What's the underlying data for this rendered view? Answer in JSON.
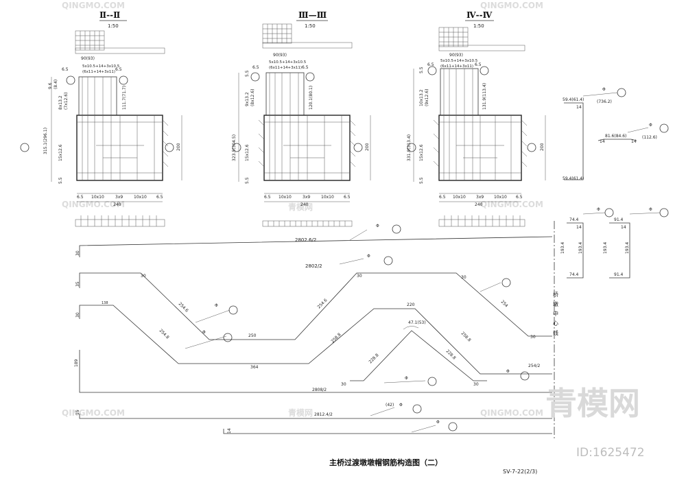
{
  "sections": [
    {
      "title": "Ⅱ--Ⅱ",
      "scale": "1:50",
      "top": "90(93)",
      "rowA": "6.5",
      "rowB": "5x10.5+14+3x10.5",
      "rowC": "(6x11+14+3x11)",
      "rowD": "6.5",
      "left1": "9.6",
      "left2": "(8.4)",
      "left3": "8x13.2",
      "left4": "(7x12.6)",
      "leftTotal": "315.1(296.1)",
      "left5": "15x12.6",
      "left6": "5.5",
      "inner": "111.7(71.7)",
      "right": "200",
      "bot1": "6.5",
      "bot2": "10x10",
      "bot3": "3x9",
      "bot4": "10x10",
      "bot5": "6.5",
      "botTotal": "240"
    },
    {
      "title": "Ⅲ—Ⅲ",
      "scale": "1:50",
      "top": "90(93)",
      "rowA": "6.5",
      "rowB": "5x10.5+14+3x10.5",
      "rowC": "(6x11+14+3x11)",
      "rowD": "6.5",
      "left1": "5.5",
      "left2": "",
      "left3": "9x13.2",
      "left4": "(8x12.6)",
      "leftTotal": "323.5(304.5)",
      "left5": "15x12.6",
      "left6": "5.5",
      "inner": "120.1(80.1)",
      "right": "200",
      "bot1": "6.5",
      "bot2": "10x10",
      "bot3": "3x9",
      "bot4": "10x10",
      "bot5": "6.5",
      "botTotal": "240"
    },
    {
      "title": "Ⅳ--Ⅳ",
      "scale": "1:50",
      "top": "90(93)",
      "rowA": "6.5",
      "rowB": "5x10.5+14+3x10.5",
      "rowC": "(6x11+14+3x11)",
      "rowD": "6.5",
      "left1": "5.5",
      "left2": "",
      "left3": "10x13.2",
      "left4": "(9x12.6)",
      "leftTotal": "331.9(313.4)",
      "left5": "15x12.6",
      "left6": "5.5",
      "inner": "131.9(113.4)",
      "right": "200",
      "bot1": "6.5",
      "bot2": "10x10",
      "bot3": "3x9",
      "bot4": "10x10",
      "bot5": "6.5",
      "botTotal": "240"
    }
  ],
  "bars": {
    "b1_len": "2802.6/2",
    "b1_h": "30",
    "b2_len": "2802/2",
    "b2_h": "35",
    "b2_s1": "30",
    "b2_s2": "30",
    "b2_s3": "30",
    "b2_d1": "254.6",
    "b2_d2": "254.6",
    "b2_d3": "254",
    "b2_flat1": "250",
    "b2_end": "30",
    "b3_h": "30",
    "b3_c": "138",
    "b3_d1": "254.8",
    "b3_flat": "364",
    "b3_d2": "258.8",
    "b3_top": "220",
    "b3_d3": "258.8",
    "b3_end": "254/2",
    "b4_len": "2808/2",
    "b4_h": "189",
    "b4_d1": "228.8",
    "b4_d2": "228.8",
    "b4_s1": "30",
    "b4_s2": "30",
    "b4_angle": "47.1(53)",
    "b5_len": "2812.4/2",
    "b5_h": "15",
    "b5_42": "(42)",
    "b6_h": "14",
    "phi": "Φ"
  },
  "right_shapes": {
    "s1_top": "59.4(61.4)",
    "s1_14": "14",
    "s1_len": "(736.2)",
    "s1_bot": "59.4(61.4)",
    "s2_a": "81.6(84.6)",
    "s2_14a": "14",
    "s2_14b": "14",
    "s2_c": "(112.6)",
    "u1_top": "74.4",
    "u1_14": "14",
    "u1_h1": "193.4",
    "u1_h2": "193.4",
    "u1_bot": "74.4",
    "u2_top": "91.4",
    "u2_14": "14",
    "u2_h1": "193.4",
    "u2_h2": "193.4",
    "u2_bot": "91.4"
  },
  "center_line_label": "桥墩中心线",
  "drawing_title": "主桥过渡墩墩帽钢筋构造图（二）",
  "drawing_number": "SV-7-22(2/3)",
  "watermark_logo": "青模网",
  "watermark_small": "QINGMO.COM",
  "watermark_cn": "青模网",
  "id_label": "ID:1625472"
}
